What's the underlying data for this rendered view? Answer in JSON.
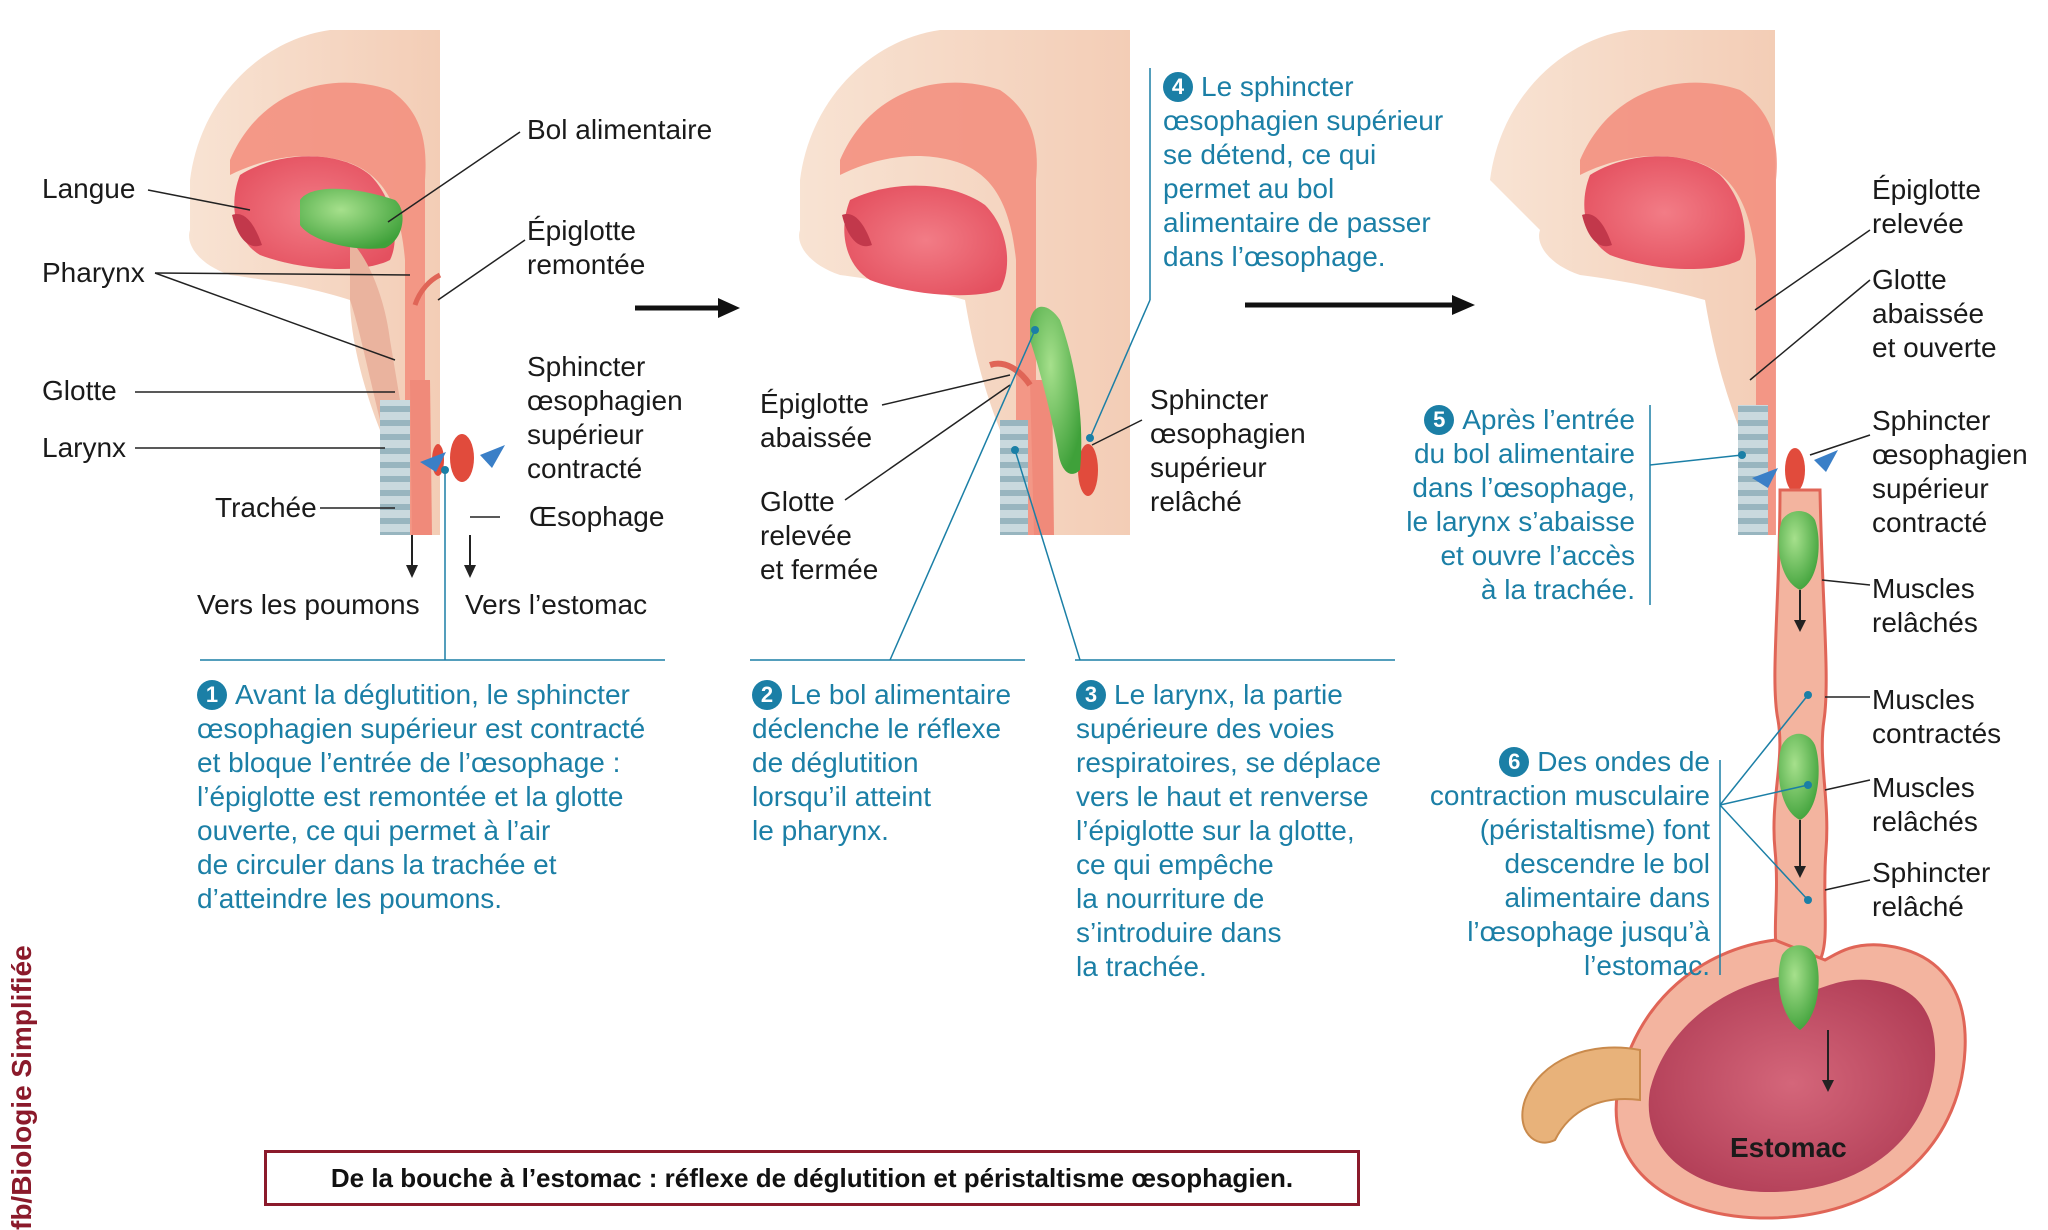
{
  "panel1": {
    "labels": {
      "bol": "Bol alimentaire",
      "langue": "Langue",
      "epiglotte": "Épiglotte\nremontée",
      "pharynx": "Pharynx",
      "sphincter": "Sphincter\nœsophagien\nsupérieur\ncontracté",
      "glotte": "Glotte",
      "larynx": "Larynx",
      "trachee": "Trachée",
      "oesophage": "Œsophage",
      "poumons": "Vers les poumons",
      "estomac": "Vers l’estomac"
    },
    "step1": {
      "num": "1",
      "lines": [
        "Avant la déglutition, le sphincter",
        "œsophagien supérieur est contracté",
        "et bloque l’entrée de l’œsophage :",
        "l’épiglotte est remontée et la glotte",
        "ouverte, ce qui permet à l’air",
        "de circuler dans la trachée et",
        "d’atteindre les poumons."
      ]
    }
  },
  "panel2": {
    "labels": {
      "epiglotte": "Épiglotte\nabaissée",
      "glotte": "Glotte\nrelevée\net fermée",
      "sphincter": "Sphincter\nœsophagien\nsupérieur\nrelâché"
    },
    "step2": {
      "num": "2",
      "lines": [
        "Le bol alimentaire",
        "déclenche le réflexe",
        "de déglutition",
        "lorsqu’il atteint",
        "le pharynx."
      ]
    },
    "step3": {
      "num": "3",
      "lines": [
        "Le larynx, la partie",
        "supérieure des voies",
        "respiratoires, se déplace",
        "vers le haut et renverse",
        "l’épiglotte sur la glotte,",
        "ce qui empêche",
        "la nourriture de",
        "s’introduire dans",
        "la trachée."
      ]
    },
    "step4": {
      "num": "4",
      "lines": [
        "Le sphincter",
        "œsophagien supérieur",
        "se détend, ce qui",
        "permet au bol",
        "alimentaire de passer",
        "dans l’œsophage."
      ]
    }
  },
  "panel3": {
    "labels": {
      "epiglotte": "Épiglotte\nrelevée",
      "glotte": "Glotte\nabaissée\net ouverte",
      "sphincter": "Sphincter\nœsophagien\nsupérieur\ncontracté",
      "muscles_relaches_1": "Muscles\nrelâchés",
      "muscles_contractes": "Muscles\ncontractés",
      "muscles_relaches_2": "Muscles\nrelâchés",
      "sphincter_relache": "Sphincter\nrelâché",
      "estomac": "Estomac"
    },
    "step5": {
      "num": "5",
      "lines": [
        "Après l’entrée",
        "du bol alimentaire",
        "dans l’œsophage,",
        "le larynx s’abaisse",
        "et ouvre l’accès",
        "à la trachée."
      ]
    },
    "step6": {
      "num": "6",
      "lines": [
        "Des ondes de",
        "contraction musculaire",
        "(péristaltisme) font",
        "descendre le bol",
        "alimentaire dans",
        "l’œsophage jusqu’à",
        "l’estomac."
      ]
    }
  },
  "caption": "De la bouche à l’estomac : réflexe de déglutition et péristaltisme œsophagien.",
  "side_text": "fb/Biologie Simplifiée",
  "colors": {
    "step_blue": "#1b7fa6",
    "caption_border": "#8b1a2b",
    "bolus": "#5fbf4a",
    "tissue": "#f6d9c4",
    "mucosa": "#f0837a"
  }
}
